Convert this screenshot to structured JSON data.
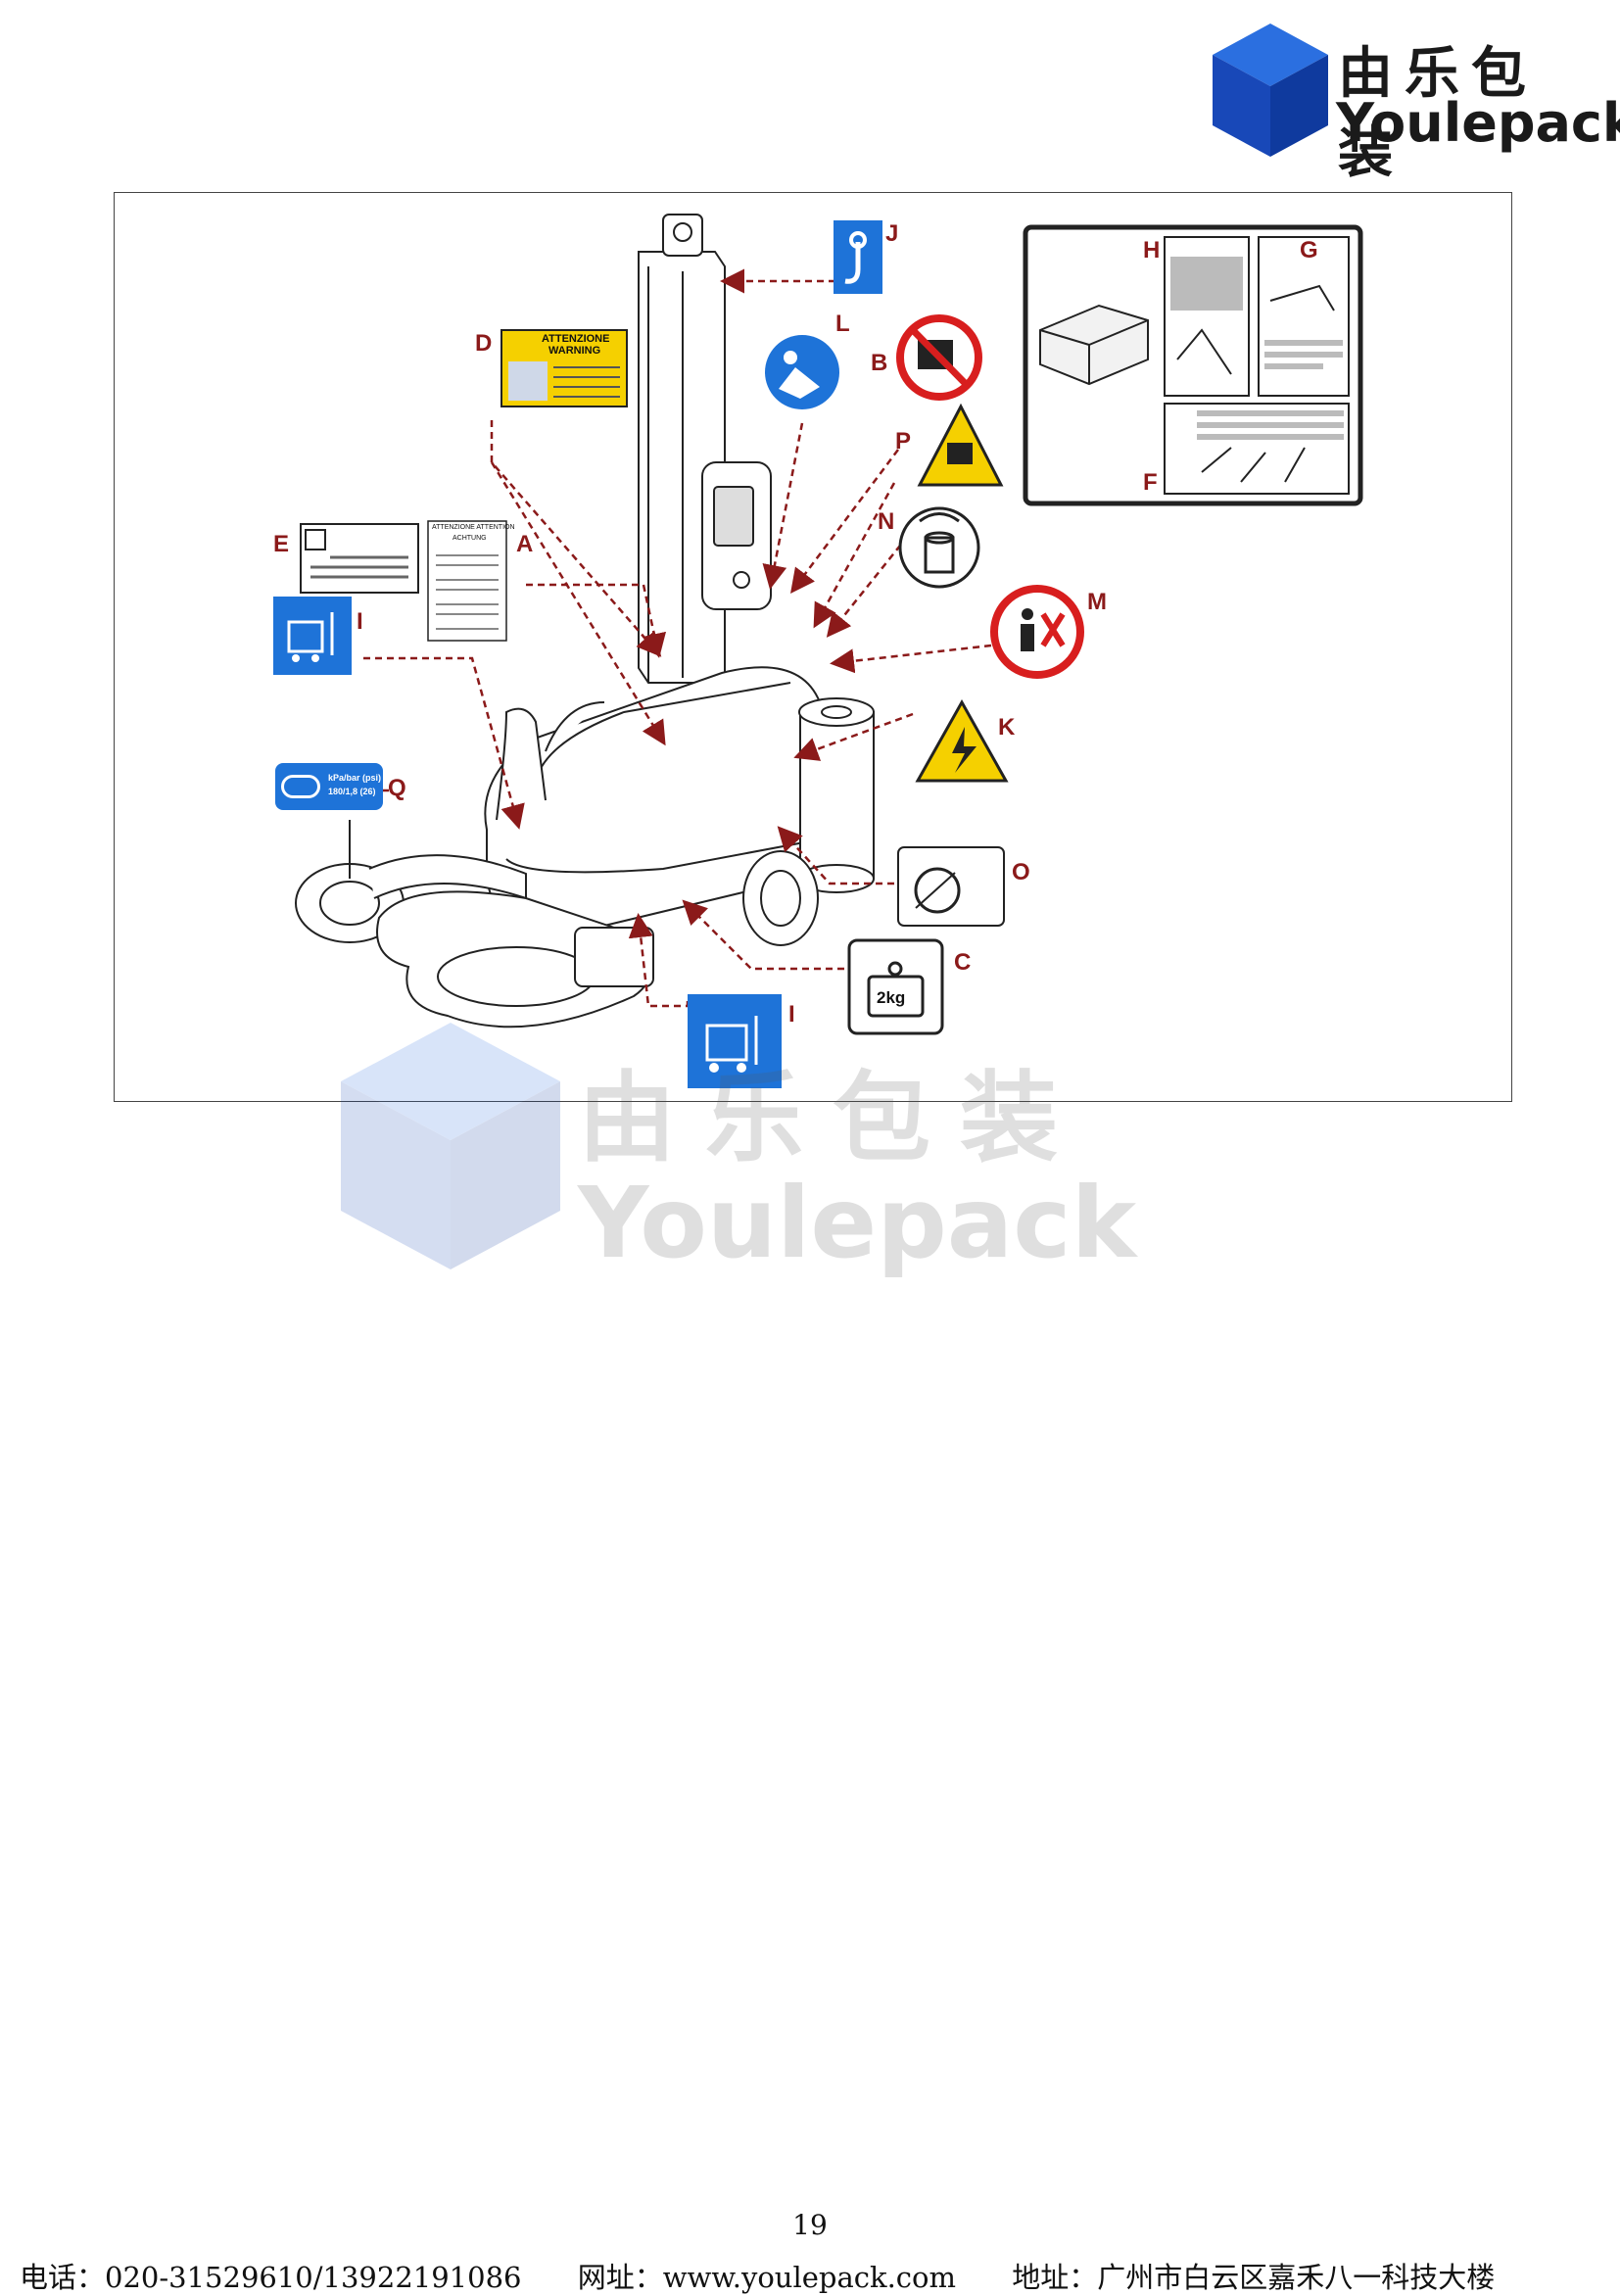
{
  "logo": {
    "cn": "由乐包装",
    "en": "Youlepack",
    "colors": {
      "cube_top": "#2b6fe0",
      "cube_left": "#1848b8",
      "cube_right": "#0f3a9e"
    }
  },
  "figure": {
    "labels": {
      "A": "A",
      "B": "B",
      "C": "C",
      "D": "D",
      "E": "E",
      "F": "F",
      "G": "G",
      "H": "H",
      "I_top": "I",
      "I_bottom": "I",
      "J": "J",
      "K": "K",
      "L": "L",
      "M": "M",
      "N": "N",
      "O": "O",
      "P": "P",
      "Q": "Q"
    },
    "warning_label": {
      "line1": "ATTENZIONE",
      "line2": "WARNING"
    },
    "tire_label": {
      "line1": "kPa/bar (psi)",
      "line2": "180/1,8 (26)"
    },
    "weight_label": "2kg",
    "attention_label": {
      "line1": "ATTENZIONE  ATTENTION",
      "line2": "ACHTUNG"
    },
    "colors": {
      "arrow": "#8b1a1a",
      "blue_sign": "#1e73d8",
      "red_sign": "#d81e1e",
      "yellow_sign": "#f5d000"
    }
  },
  "watermark": {
    "cn": "由乐包装",
    "en": "Youlepack"
  },
  "page_number": "19",
  "footer": {
    "phone": "电话：020-31529610/13922191086",
    "website": "网址：www.youlepack.com",
    "address": "地址：广州市白云区嘉禾八一科技大楼"
  }
}
